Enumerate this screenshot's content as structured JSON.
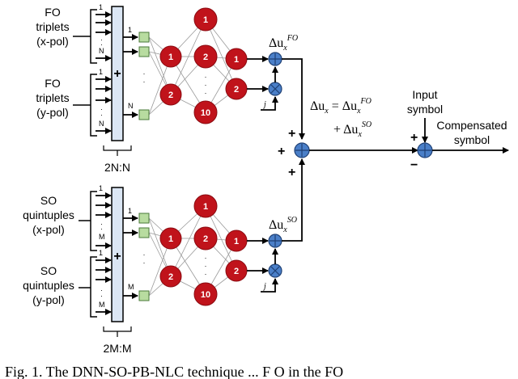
{
  "fo_block": {
    "group1_label": [
      "FO",
      "triplets",
      "(x-pol)"
    ],
    "group2_label": [
      "FO",
      "triplets",
      "(y-pol)"
    ],
    "input_index_top": "1",
    "input_index_bottom": "N",
    "dots": "·",
    "sum_sign": "+",
    "out_index_top": "1",
    "out_index_bottom": "N",
    "size_label": "2N:N",
    "hidden1": [
      "1",
      "2"
    ],
    "hidden2": [
      "1",
      "2",
      "10"
    ],
    "outputs": [
      "1",
      "2"
    ],
    "output_label": "Δu",
    "output_sub": "x",
    "output_sup": "FO",
    "j_label": "j"
  },
  "so_block": {
    "group1_label": [
      "SO",
      "quintuples",
      "(x-pol)"
    ],
    "group2_label": [
      "SO",
      "quintuples",
      "(y-pol)"
    ],
    "input_index_top": "1",
    "input_index_bottom": "M",
    "dots": "·",
    "sum_sign": "+",
    "out_index_top": "1",
    "out_index_bottom": "M",
    "size_label": "2M:M",
    "hidden1": [
      "1",
      "2"
    ],
    "hidden2": [
      "1",
      "2",
      "10"
    ],
    "outputs": [
      "1",
      "2"
    ],
    "output_label": "Δu",
    "output_sub": "x",
    "output_sup": "SO",
    "j_label": "j"
  },
  "combiner": {
    "eq_line1": "Δu",
    "eq_line1_sub": "x",
    "eq_line1_mid": " = Δu",
    "eq_line1_sub2": "x",
    "eq_line1_sup2": "FO",
    "eq_line2": "+ Δu",
    "eq_line2_sub": "x",
    "eq_line2_sup": "SO",
    "plus_top": "+",
    "plus_mid": "+",
    "plus_bottom": "+"
  },
  "final": {
    "input_label": [
      "Input",
      "symbol"
    ],
    "plus": "+",
    "minus": "−",
    "output_label": [
      "Compensated",
      "symbol"
    ]
  },
  "caption": "Fig. 1.  The DNN-SO-PB-NLC technique ... F   O  in the FO",
  "colors": {
    "neuron": "#c0131b",
    "neuron_edge": "#8a0a10",
    "combiner": "#4a7fc8",
    "combiner_edge": "#1e3f73",
    "bar": "#dbe6f4",
    "square": "#b8dca0",
    "line": "#000000",
    "net_line": "#999999"
  }
}
